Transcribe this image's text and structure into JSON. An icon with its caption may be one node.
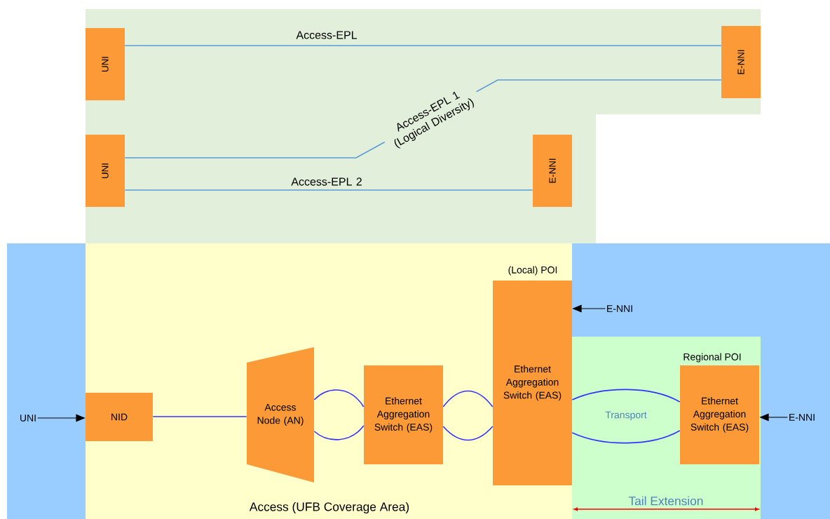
{
  "diagram": {
    "nodes": [
      {
        "text": [
          "UNI"
        ]
      },
      {
        "text": [
          "E-NNI"
        ]
      },
      {
        "text": [
          "UNI"
        ]
      },
      {
        "text": [
          "E-NNI"
        ]
      },
      {
        "text": [
          "Access (UFB Coverage Area)"
        ]
      },
      {
        "text": [
          "NID"
        ],
        "in": 4
      },
      {
        "text": [
          "Access Node (AN)"
        ],
        "in": 4
      },
      {
        "text": [
          "Ethernet Aggregation Switch (EAS)"
        ],
        "in": 4
      },
      {
        "text": [
          "(Local) POI",
          "Ethernet Aggregation Switch (EAS)"
        ],
        "in": 4
      },
      {
        "text": [
          "Tail Extension"
        ]
      },
      {
        "text": [
          "Regional POI",
          "Ethernet Aggregation Switch (EAS)"
        ],
        "in": 9
      },
      {
        "text": [
          "UNI"
        ]
      },
      {
        "text": [
          "E-NNI"
        ]
      },
      {
        "text": [
          "E-NNI"
        ]
      }
    ],
    "edges": [
      {
        "from": 0,
        "to": 1,
        "arrow": "none",
        "label": "Access-EPL",
        "color": "#5b9bd5"
      },
      {
        "from": 2,
        "to": 1,
        "arrow": "none",
        "label": "Access-EPL 1 (Logical Diversity)",
        "color": "#5b9bd5"
      },
      {
        "from": 2,
        "to": 3,
        "arrow": "none",
        "label": "Access-EPL 2",
        "color": "#5b9bd5"
      },
      {
        "from": 5,
        "to": 6,
        "arrow": "none",
        "color": "#3333ff"
      },
      {
        "from": 6,
        "to": 7,
        "arrow": "none",
        "color": "#3333ff"
      },
      {
        "from": 6,
        "to": 7,
        "arrow": "none",
        "color": "#3333ff"
      },
      {
        "from": 7,
        "to": 8,
        "arrow": "none",
        "color": "#3333ff"
      },
      {
        "from": 7,
        "to": 8,
        "arrow": "none",
        "color": "#3333ff"
      },
      {
        "from": 8,
        "to": 10,
        "arrow": "none",
        "color": "#3333ff"
      },
      {
        "from": 8,
        "to": 10,
        "arrow": "none",
        "color": "#3333ff"
      },
      {
        "from": 11,
        "to": 5,
        "arrow": "to",
        "color": "#000000"
      },
      {
        "from": 12,
        "to": 8,
        "arrow": "to",
        "color": "#000000"
      },
      {
        "from": 13,
        "to": 10,
        "arrow": "to",
        "color": "#000000"
      }
    ],
    "labels": [
      "Transport"
    ]
  }
}
